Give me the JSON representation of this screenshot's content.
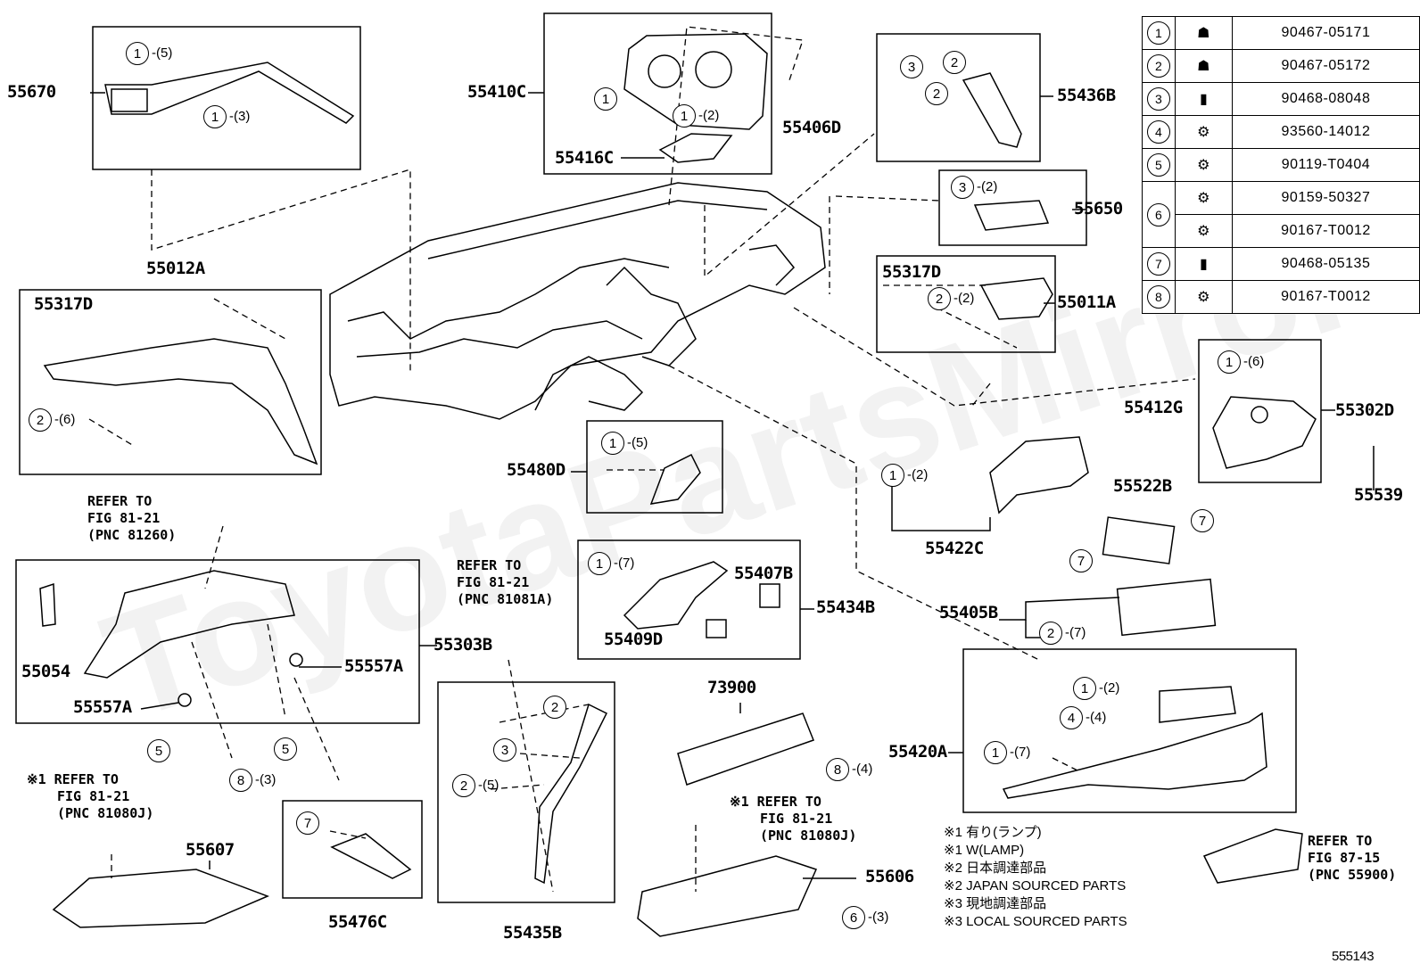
{
  "diagram": {
    "watermark": "ToyotaPartsMirror",
    "figure_id": "555143",
    "part_labels": {
      "p55670": "55670",
      "p55410C": "55410C",
      "p55416C": "55416C",
      "p55406D": "55406D",
      "p55436B": "55436B",
      "p55650": "55650",
      "p55317D_a": "55317D",
      "p55011A": "55011A",
      "p55012A": "55012A",
      "p55317D_b": "55317D",
      "p55412G": "55412G",
      "p55302D": "55302D",
      "p55539": "55539",
      "p55480D": "55480D",
      "p55422C": "55422C",
      "p55522B": "55522B",
      "p55405B": "55405B",
      "p55407B": "55407B",
      "p55434B": "55434B",
      "p55409D": "55409D",
      "p55303B": "55303B",
      "p55054": "55054",
      "p55557A_a": "55557A",
      "p55557A_b": "55557A",
      "p73900": "73900",
      "p55420A": "55420A",
      "p55607": "55607",
      "p55476C": "55476C",
      "p55435B": "55435B",
      "p55606": "55606"
    },
    "refer_notes": {
      "r1": [
        "REFER TO",
        "FIG 81-21",
        "(PNC 81260)"
      ],
      "r2": [
        "REFER TO",
        "FIG 81-21",
        "(PNC 81081A)"
      ],
      "r3": [
        "※1 REFER TO",
        "FIG 81-21",
        "(PNC 81080J)"
      ],
      "r4": [
        "※1 REFER TO",
        "FIG 81-21",
        "(PNC 81080J)"
      ],
      "r5": [
        "REFER TO",
        "FIG 87-15",
        "(PNC 55900)"
      ]
    },
    "legend": [
      "※1 有り(ランプ)",
      "※1 W(LAMP)",
      "※2 日本調達部品",
      "※2 JAPAN SOURCED PARTS",
      "※3 現地調達部品",
      "※3 LOCAL SOURCED PARTS"
    ],
    "parts_table": [
      {
        "no": "1",
        "icon": "clip-icon",
        "part": "90467-05171"
      },
      {
        "no": "2",
        "icon": "clip-icon",
        "part": "90467-05172"
      },
      {
        "no": "3",
        "icon": "clip-icon",
        "part": "90468-08048"
      },
      {
        "no": "4",
        "icon": "screw-icon",
        "part": "93560-14012"
      },
      {
        "no": "5",
        "icon": "bolt-icon",
        "part": "90119-T0404"
      },
      {
        "no": "6",
        "icon": "screw-icon",
        "part": "90159-50327"
      },
      {
        "no": "",
        "icon": "screw-icon",
        "part": "90167-T0012"
      },
      {
        "no": "7",
        "icon": "clip-icon",
        "part": "90468-05135"
      },
      {
        "no": "8",
        "icon": "screw-icon",
        "part": "90167-T0012"
      }
    ],
    "callouts": {
      "c1": {
        "n": "1",
        "q": "-(5)"
      },
      "c2": {
        "n": "1",
        "q": "-(3)"
      },
      "c3": {
        "n": "1",
        "q": ""
      },
      "c4": {
        "n": "1",
        "q": "-(2)"
      },
      "c5": {
        "n": "3",
        "q": ""
      },
      "c6": {
        "n": "2",
        "q": ""
      },
      "c7": {
        "n": "2",
        "q": ""
      },
      "c8": {
        "n": "3",
        "q": "-(2)"
      },
      "c9": {
        "n": "2",
        "q": "-(2)"
      },
      "c10": {
        "n": "2",
        "q": "-(6)"
      },
      "c11": {
        "n": "1",
        "q": "-(6)"
      },
      "c12": {
        "n": "1",
        "q": "-(5)"
      },
      "c13": {
        "n": "1",
        "q": "-(2)"
      },
      "c14": {
        "n": "7",
        "q": ""
      },
      "c15": {
        "n": "7",
        "q": ""
      },
      "c16": {
        "n": "2",
        "q": "-(7)"
      },
      "c17": {
        "n": "1",
        "q": "-(7)"
      },
      "c18": {
        "n": "5",
        "q": ""
      },
      "c19": {
        "n": "5",
        "q": ""
      },
      "c20": {
        "n": "8",
        "q": "-(3)"
      },
      "c21": {
        "n": "2",
        "q": ""
      },
      "c22": {
        "n": "3",
        "q": ""
      },
      "c23": {
        "n": "2",
        "q": "-(5)"
      },
      "c24": {
        "n": "8",
        "q": "-(4)"
      },
      "c25": {
        "n": "1",
        "q": "-(2)"
      },
      "c26": {
        "n": "4",
        "q": "-(4)"
      },
      "c27": {
        "n": "1",
        "q": "-(7)"
      },
      "c28": {
        "n": "7",
        "q": ""
      },
      "c29": {
        "n": "6",
        "q": "-(3)"
      }
    }
  }
}
